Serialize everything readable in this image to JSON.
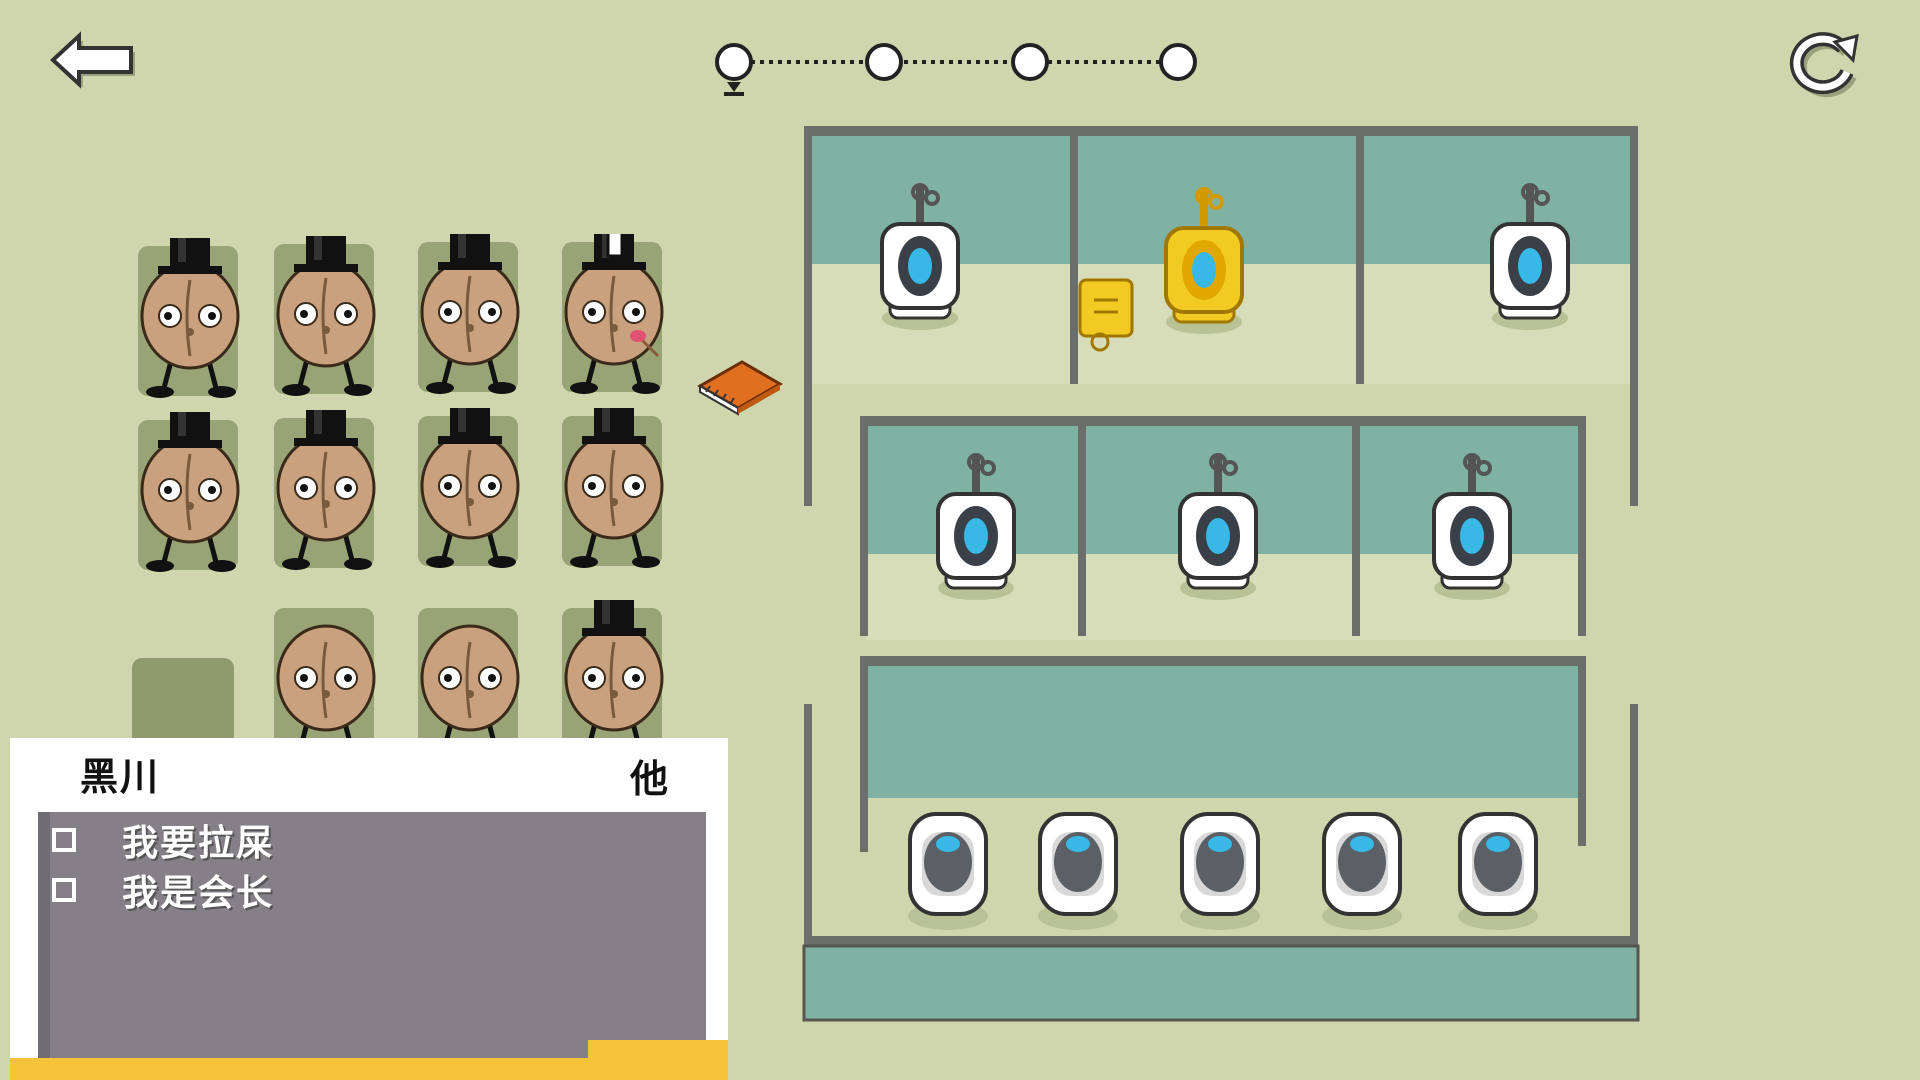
{
  "dialog": {
    "speaker": "黑川",
    "target": "他",
    "options": [
      {
        "label": "我要拉屎",
        "checked": false
      },
      {
        "label": "我是会长",
        "checked": false
      }
    ]
  },
  "progress": {
    "total_steps": 4,
    "current_step": 1
  },
  "icons": {
    "back": "back-arrow-icon",
    "restart": "restart-icon"
  },
  "colors": {
    "background": "#cfd6ad",
    "wall": "#7fb2a3",
    "floor": "#d7ddb8",
    "frame": "#6c6e6c",
    "gold": "#f2cb22",
    "skin": "#c9a17e",
    "dialog_bg": "#858088",
    "dialog_accent": "#f4c33a"
  }
}
